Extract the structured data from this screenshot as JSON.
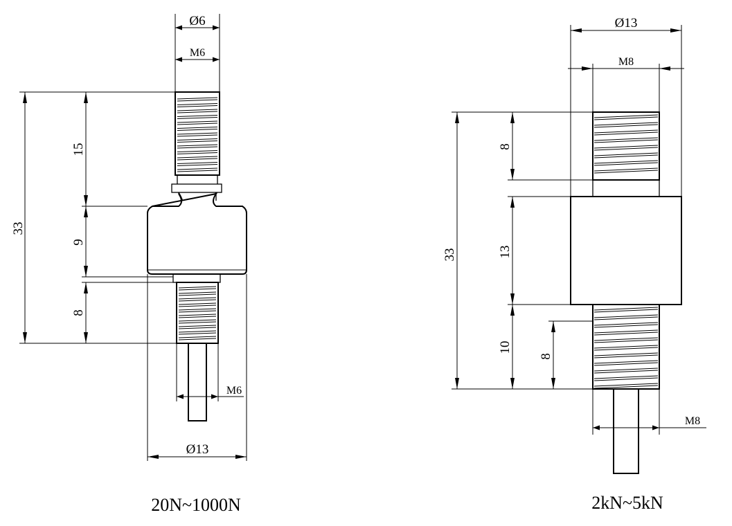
{
  "left": {
    "caption": "20N~1000N",
    "dim_top_diameter": "Ø6",
    "dim_top_thread": "M6",
    "dim_overall_height": "33",
    "dim_thread_top": "15",
    "dim_body": "9",
    "dim_thread_bottom": "8",
    "dim_bottom_thread": "M6",
    "dim_body_diameter": "Ø13"
  },
  "right": {
    "caption": "2kN~5kN",
    "dim_body_diameter": "Ø13",
    "dim_top_thread": "M8",
    "dim_overall_height": "33",
    "dim_thread_top": "8",
    "dim_body": "13",
    "dim_thread_bottom": "10",
    "dim_thread_bottom_inner": "8",
    "dim_bottom_thread": "M8"
  }
}
